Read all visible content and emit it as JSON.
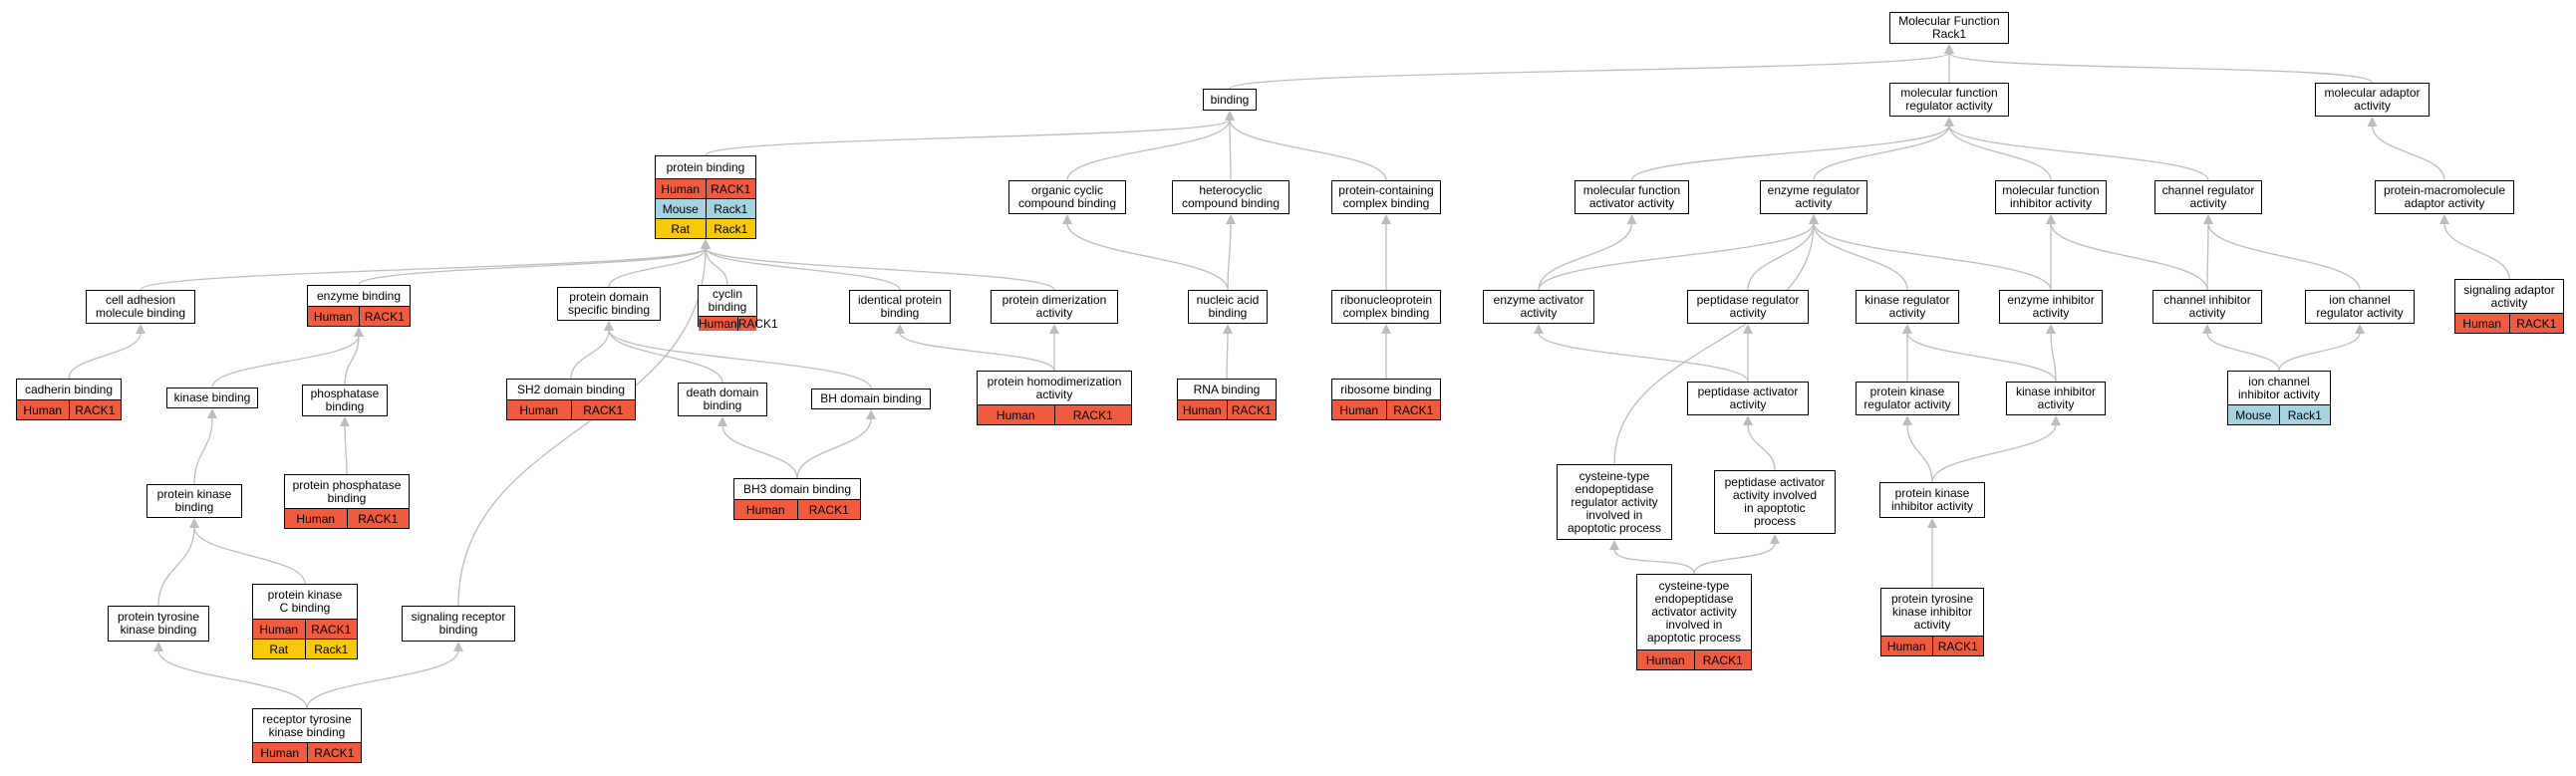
{
  "colors": {
    "Human": "#f05b3f",
    "Mouse": "#a6d3e2",
    "Rat": "#f8c80a",
    "edge": "#bdbdbd",
    "border": "#000000"
  },
  "nodes": [
    {
      "id": "molecular-function",
      "label": "Molecular Function\nRack1",
      "annotations": []
    },
    {
      "id": "binding",
      "label": "binding",
      "annotations": []
    },
    {
      "id": "mf-regulator",
      "label": "molecular function\nregulator activity",
      "annotations": []
    },
    {
      "id": "molecular-adaptor",
      "label": "molecular adaptor\nactivity",
      "annotations": []
    },
    {
      "id": "protein-binding",
      "label": "protein binding",
      "annotations": [
        {
          "species": "Human",
          "gene": "RACK1"
        },
        {
          "species": "Mouse",
          "gene": "Rack1"
        },
        {
          "species": "Rat",
          "gene": "Rack1"
        }
      ]
    },
    {
      "id": "organic-cyclic",
      "label": "organic cyclic\ncompound binding",
      "annotations": []
    },
    {
      "id": "heterocyclic",
      "label": "heterocyclic\ncompound binding",
      "annotations": []
    },
    {
      "id": "protein-containing-complex",
      "label": "protein-containing\ncomplex binding",
      "annotations": []
    },
    {
      "id": "mf-activator",
      "label": "molecular function\nactivator activity",
      "annotations": []
    },
    {
      "id": "enzyme-regulator",
      "label": "enzyme regulator\nactivity",
      "annotations": []
    },
    {
      "id": "mf-inhibitor",
      "label": "molecular function\ninhibitor activity",
      "annotations": []
    },
    {
      "id": "channel-regulator",
      "label": "channel regulator\nactivity",
      "annotations": []
    },
    {
      "id": "protein-macromolecule-adaptor",
      "label": "protein-macromolecule\nadaptor activity",
      "annotations": []
    },
    {
      "id": "cell-adhesion",
      "label": "cell adhesion\nmolecule binding",
      "annotations": []
    },
    {
      "id": "enzyme-binding",
      "label": "enzyme binding",
      "annotations": [
        {
          "species": "Human",
          "gene": "RACK1"
        }
      ]
    },
    {
      "id": "protein-domain-specific",
      "label": "protein domain\nspecific binding",
      "annotations": []
    },
    {
      "id": "cyclin-binding",
      "label": "cyclin binding",
      "annotations": [
        {
          "species": "Human",
          "gene": "RACK1"
        }
      ]
    },
    {
      "id": "identical-protein",
      "label": "identical protein\nbinding",
      "annotations": []
    },
    {
      "id": "protein-dimerization",
      "label": "protein dimerization\nactivity",
      "annotations": []
    },
    {
      "id": "nucleic-acid",
      "label": "nucleic acid\nbinding",
      "annotations": []
    },
    {
      "id": "ribonucleoprotein",
      "label": "ribonucleoprotein\ncomplex binding",
      "annotations": []
    },
    {
      "id": "enzyme-activator",
      "label": "enzyme activator\nactivity",
      "annotations": []
    },
    {
      "id": "peptidase-regulator",
      "label": "peptidase regulator\nactivity",
      "annotations": []
    },
    {
      "id": "kinase-regulator",
      "label": "kinase regulator\nactivity",
      "annotations": []
    },
    {
      "id": "enzyme-inhibitor",
      "label": "enzyme inhibitor\nactivity",
      "annotations": []
    },
    {
      "id": "channel-inhibitor",
      "label": "channel inhibitor\nactivity",
      "annotations": []
    },
    {
      "id": "ion-channel-regulator",
      "label": "ion channel\nregulator activity",
      "annotations": []
    },
    {
      "id": "signaling-adaptor",
      "label": "signaling adaptor\nactivity",
      "annotations": [
        {
          "species": "Human",
          "gene": "RACK1"
        }
      ]
    },
    {
      "id": "cadherin",
      "label": "cadherin binding",
      "annotations": [
        {
          "species": "Human",
          "gene": "RACK1"
        }
      ]
    },
    {
      "id": "kinase-binding",
      "label": "kinase binding",
      "annotations": []
    },
    {
      "id": "phosphatase",
      "label": "phosphatase\nbinding",
      "annotations": []
    },
    {
      "id": "sh2",
      "label": "SH2 domain binding",
      "annotations": [
        {
          "species": "Human",
          "gene": "RACK1"
        }
      ]
    },
    {
      "id": "death-domain",
      "label": "death domain\nbinding",
      "annotations": []
    },
    {
      "id": "bh-domain",
      "label": "BH domain binding",
      "annotations": []
    },
    {
      "id": "protein-homodimerization",
      "label": "protein homodimerization\nactivity",
      "annotations": [
        {
          "species": "Human",
          "gene": "RACK1"
        }
      ]
    },
    {
      "id": "rna-binding",
      "label": "RNA binding",
      "annotations": [
        {
          "species": "Human",
          "gene": "RACK1"
        }
      ]
    },
    {
      "id": "ribosome-binding",
      "label": "ribosome binding",
      "annotations": [
        {
          "species": "Human",
          "gene": "RACK1"
        }
      ]
    },
    {
      "id": "peptidase-activator",
      "label": "peptidase activator\nactivity",
      "annotations": []
    },
    {
      "id": "protein-kinase-regulator",
      "label": "protein kinase\nregulator activity",
      "annotations": []
    },
    {
      "id": "kinase-inhibitor",
      "label": "kinase inhibitor\nactivity",
      "annotations": []
    },
    {
      "id": "ion-channel-inhibitor",
      "label": "ion channel\ninhibitor activity",
      "annotations": [
        {
          "species": "Mouse",
          "gene": "Rack1"
        }
      ]
    },
    {
      "id": "protein-kinase-binding",
      "label": "protein kinase\nbinding",
      "annotations": []
    },
    {
      "id": "protein-phosphatase",
      "label": "protein phosphatase\nbinding",
      "annotations": [
        {
          "species": "Human",
          "gene": "RACK1"
        }
      ]
    },
    {
      "id": "bh3",
      "label": "BH3 domain binding",
      "annotations": [
        {
          "species": "Human",
          "gene": "RACK1"
        }
      ]
    },
    {
      "id": "cysteine-endopeptidase-regulator",
      "label": "cysteine-type\nendopeptidase\nregulator activity\ninvolved in\napoptotic process",
      "annotations": []
    },
    {
      "id": "peptidase-activator-apoptotic",
      "label": "peptidase activator\nactivity involved\nin apoptotic\nprocess",
      "annotations": []
    },
    {
      "id": "protein-kinase-inhibitor",
      "label": "protein kinase\ninhibitor activity",
      "annotations": []
    },
    {
      "id": "protein-tyrosine-kinase-binding",
      "label": "protein tyrosine\nkinase binding",
      "annotations": []
    },
    {
      "id": "pkc-binding",
      "label": "protein kinase\nC binding",
      "annotations": [
        {
          "species": "Human",
          "gene": "RACK1"
        },
        {
          "species": "Rat",
          "gene": "Rack1"
        }
      ]
    },
    {
      "id": "signaling-receptor",
      "label": "signaling receptor\nbinding",
      "annotations": []
    },
    {
      "id": "cysteine-endopeptidase-activator",
      "label": "cysteine-type\nendopeptidase\nactivator activity\ninvolved in\napoptotic process",
      "annotations": [
        {
          "species": "Human",
          "gene": "RACK1"
        }
      ]
    },
    {
      "id": "ptk-inhibitor",
      "label": "protein tyrosine\nkinase inhibitor\nactivity",
      "annotations": [
        {
          "species": "Human",
          "gene": "RACK1"
        }
      ]
    },
    {
      "id": "receptor-tyrosine-kinase",
      "label": "receptor tyrosine\nkinase binding",
      "annotations": [
        {
          "species": "Human",
          "gene": "RACK1"
        }
      ]
    }
  ],
  "edges": [
    [
      "binding",
      "molecular-function"
    ],
    [
      "mf-regulator",
      "molecular-function"
    ],
    [
      "molecular-adaptor",
      "molecular-function"
    ],
    [
      "protein-binding",
      "binding"
    ],
    [
      "organic-cyclic",
      "binding"
    ],
    [
      "heterocyclic",
      "binding"
    ],
    [
      "protein-containing-complex",
      "binding"
    ],
    [
      "mf-activator",
      "mf-regulator"
    ],
    [
      "enzyme-regulator",
      "mf-regulator"
    ],
    [
      "mf-inhibitor",
      "mf-regulator"
    ],
    [
      "channel-regulator",
      "mf-regulator"
    ],
    [
      "protein-macromolecule-adaptor",
      "molecular-adaptor"
    ],
    [
      "signaling-adaptor",
      "protein-macromolecule-adaptor"
    ],
    [
      "cell-adhesion",
      "protein-binding"
    ],
    [
      "enzyme-binding",
      "protein-binding"
    ],
    [
      "protein-domain-specific",
      "protein-binding"
    ],
    [
      "cyclin-binding",
      "protein-binding"
    ],
    [
      "identical-protein",
      "protein-binding"
    ],
    [
      "protein-dimerization",
      "protein-binding"
    ],
    [
      "signaling-receptor",
      "protein-binding"
    ],
    [
      "nucleic-acid",
      "organic-cyclic"
    ],
    [
      "nucleic-acid",
      "heterocyclic"
    ],
    [
      "ribonucleoprotein",
      "protein-containing-complex"
    ],
    [
      "enzyme-activator",
      "mf-activator"
    ],
    [
      "enzyme-activator",
      "enzyme-regulator"
    ],
    [
      "peptidase-regulator",
      "enzyme-regulator"
    ],
    [
      "kinase-regulator",
      "enzyme-regulator"
    ],
    [
      "enzyme-inhibitor",
      "enzyme-regulator"
    ],
    [
      "enzyme-inhibitor",
      "mf-inhibitor"
    ],
    [
      "channel-inhibitor",
      "mf-inhibitor"
    ],
    [
      "channel-inhibitor",
      "channel-regulator"
    ],
    [
      "ion-channel-regulator",
      "channel-regulator"
    ],
    [
      "ion-channel-inhibitor",
      "channel-inhibitor"
    ],
    [
      "ion-channel-inhibitor",
      "ion-channel-regulator"
    ],
    [
      "cadherin",
      "cell-adhesion"
    ],
    [
      "kinase-binding",
      "enzyme-binding"
    ],
    [
      "phosphatase",
      "enzyme-binding"
    ],
    [
      "sh2",
      "protein-domain-specific"
    ],
    [
      "death-domain",
      "protein-domain-specific"
    ],
    [
      "bh-domain",
      "protein-domain-specific"
    ],
    [
      "protein-homodimerization",
      "protein-dimerization"
    ],
    [
      "protein-homodimerization",
      "identical-protein"
    ],
    [
      "rna-binding",
      "nucleic-acid"
    ],
    [
      "ribosome-binding",
      "ribonucleoprotein"
    ],
    [
      "peptidase-activator",
      "enzyme-activator"
    ],
    [
      "peptidase-activator",
      "peptidase-regulator"
    ],
    [
      "protein-kinase-regulator",
      "kinase-regulator"
    ],
    [
      "kinase-inhibitor",
      "kinase-regulator"
    ],
    [
      "kinase-inhibitor",
      "enzyme-inhibitor"
    ],
    [
      "protein-kinase-binding",
      "kinase-binding"
    ],
    [
      "protein-phosphatase",
      "phosphatase"
    ],
    [
      "bh3",
      "death-domain"
    ],
    [
      "bh3",
      "bh-domain"
    ],
    [
      "cysteine-endopeptidase-regulator",
      "enzyme-regulator"
    ],
    [
      "peptidase-activator-apoptotic",
      "peptidase-activator"
    ],
    [
      "protein-kinase-inhibitor",
      "protein-kinase-regulator"
    ],
    [
      "protein-kinase-inhibitor",
      "kinase-inhibitor"
    ],
    [
      "protein-tyrosine-kinase-binding",
      "protein-kinase-binding"
    ],
    [
      "pkc-binding",
      "protein-kinase-binding"
    ],
    [
      "cysteine-endopeptidase-activator",
      "cysteine-endopeptidase-regulator"
    ],
    [
      "cysteine-endopeptidase-activator",
      "peptidase-activator-apoptotic"
    ],
    [
      "ptk-inhibitor",
      "protein-kinase-inhibitor"
    ],
    [
      "receptor-tyrosine-kinase",
      "protein-tyrosine-kinase-binding"
    ],
    [
      "receptor-tyrosine-kinase",
      "signaling-receptor"
    ]
  ]
}
